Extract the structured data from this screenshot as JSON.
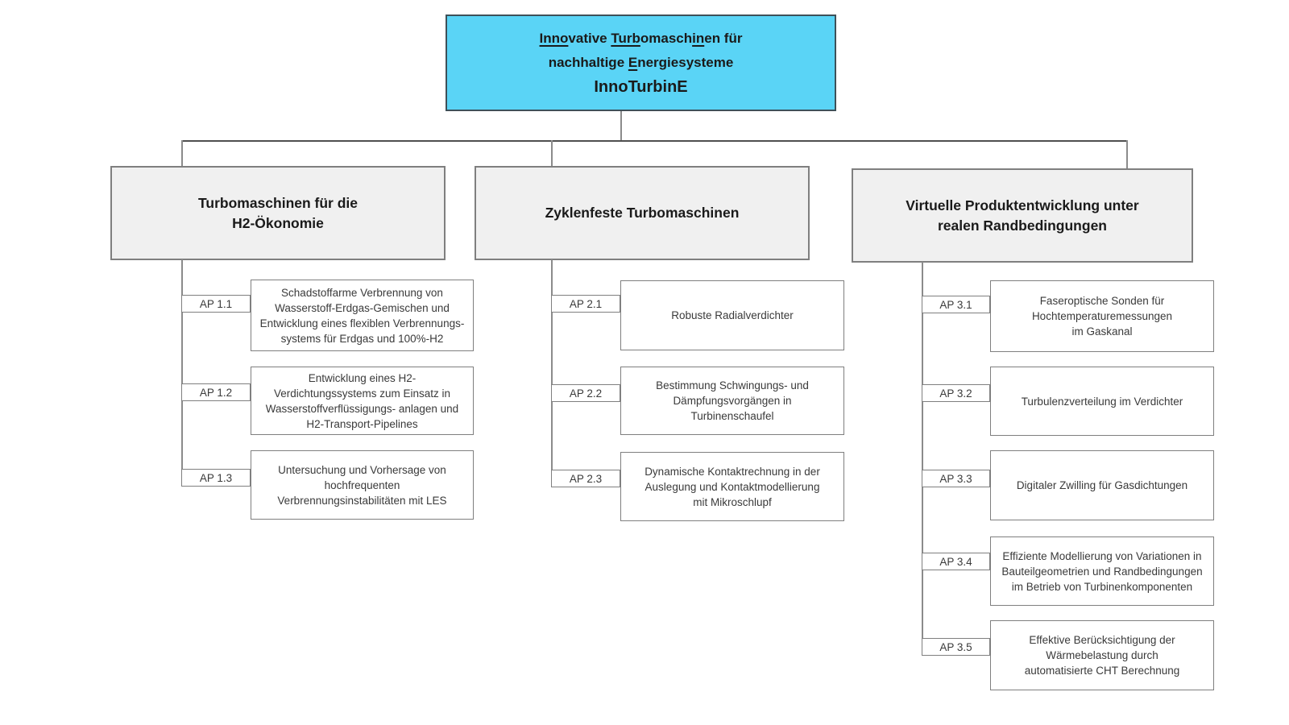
{
  "diagram": {
    "root": {
      "title_segments": [
        {
          "text": "Inno",
          "underline": true
        },
        {
          "text": "vative ",
          "underline": false
        },
        {
          "text": "Turb",
          "underline": true
        },
        {
          "text": "omasch",
          "underline": false
        },
        {
          "text": "in",
          "underline": true
        },
        {
          "text": "en für\nnachhaltige ",
          "underline": false
        },
        {
          "text": "E",
          "underline": true
        },
        {
          "text": "nergiesysteme",
          "underline": false
        }
      ],
      "acronym": "InnoTurbinE"
    },
    "branches": [
      {
        "title": "Turbomaschinen für die\nH2-Ökonomie",
        "items": [
          {
            "label": "AP 1.1",
            "text": "Schadstoffarme Verbrennung von\nWasserstoff-Erdgas-Gemischen und\nEntwicklung eines flexiblen Verbrennungs-\nsystems für Erdgas und 100%-H2"
          },
          {
            "label": "AP 1.2",
            "text": "Entwicklung eines H2-\nVerdichtungssystems zum Einsatz in\nWasserstoffverflüssigungs- anlagen und\nH2-Transport-Pipelines"
          },
          {
            "label": "AP 1.3",
            "text": "Untersuchung und Vorhersage von\nhochfrequenten\nVerbrennungsinstabilitäten mit LES"
          }
        ]
      },
      {
        "title": "Zyklenfeste Turbomaschinen",
        "items": [
          {
            "label": "AP 2.1",
            "text": "Robuste Radialverdichter"
          },
          {
            "label": "AP 2.2",
            "text": "Bestimmung Schwingungs- und\nDämpfungsvorgängen in\nTurbinenschaufel"
          },
          {
            "label": "AP 2.3",
            "text": "Dynamische Kontaktrechnung in der\nAuslegung und Kontaktmodellierung\nmit Mikroschlupf"
          }
        ]
      },
      {
        "title": "Virtuelle Produktentwicklung unter\nrealen Randbedingungen",
        "items": [
          {
            "label": "AP 3.1",
            "text": "Faseroptische Sonden für\nHochtemperaturemessungen\nim Gaskanal"
          },
          {
            "label": "AP 3.2",
            "text": "Turbulenzverteilung im Verdichter"
          },
          {
            "label": "AP 3.3",
            "text": "Digitaler Zwilling für Gasdichtungen"
          },
          {
            "label": "AP 3.4",
            "text": "Effiziente Modellierung von Variationen in\nBauteilgeometrien und Randbedingungen\nim Betrieb von Turbinenkomponenten"
          },
          {
            "label": "AP 3.5",
            "text": "Effektive Berücksichtigung der\nWärmebelastung durch\nautomatisierte CHT Berechnung"
          }
        ]
      }
    ],
    "colors": {
      "root_fill": "#5ad4f6",
      "root_border": "#3e5058",
      "branch_fill": "#f0f0f0",
      "box_border": "#7f7f7f",
      "connector": "#8b8b8b",
      "connector_main": "#4f4f4f"
    }
  }
}
